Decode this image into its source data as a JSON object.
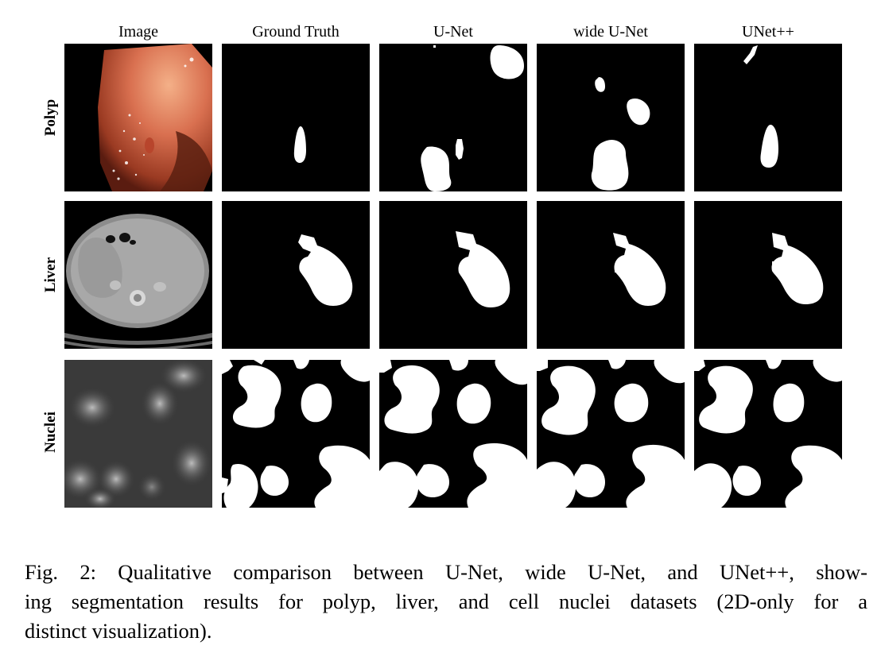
{
  "figure": {
    "columns": [
      "Image",
      "Ground Truth",
      "U-Net",
      "wide U-Net",
      "UNet++"
    ],
    "rows": [
      "Polyp",
      "Liver",
      "Nuclei"
    ]
  },
  "caption": {
    "lines": [
      "Fig. 2: Qualitative comparison between U-Net, wide U-Net, and UNet++, show-",
      "ing segmentation results for polyp, liver, and cell nuclei datasets (2D-only for a",
      "distinct visualization)."
    ]
  },
  "colors": {
    "mask_fg": "#ffffff",
    "mask_bg": "#000000",
    "page_bg": "#ffffff"
  }
}
